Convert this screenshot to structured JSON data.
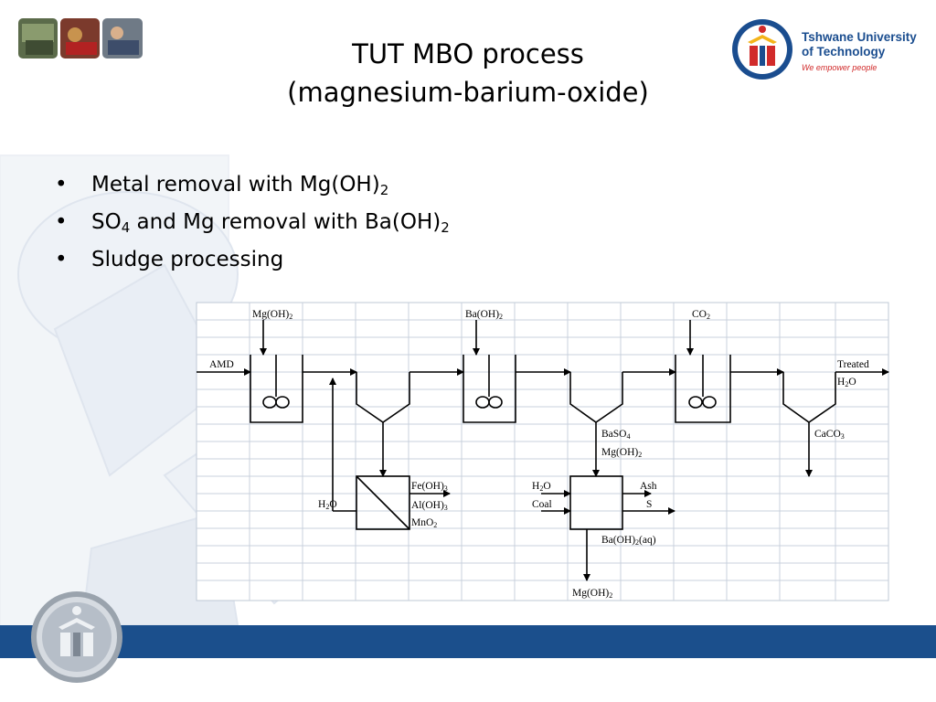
{
  "slide": {
    "title_line1": "TUT MBO process",
    "title_line2": "(magnesium-barium-oxide)"
  },
  "bullets": [
    {
      "text": "Metal removal with Mg(OH)",
      "sub": "2",
      "after": ""
    },
    {
      "text": "SO",
      "sub": "4",
      "after": " and Mg removal with Ba(OH)",
      "sub2": "2"
    },
    {
      "text": "Sludge processing"
    }
  ],
  "logo": {
    "name_line1": "Tshwane University",
    "name_line2": "of Technology",
    "slogan": "We empower people"
  },
  "diagram": {
    "inputs": {
      "mgoh2_in": "Mg(OH)",
      "baoh2_in": "Ba(OH)",
      "co2_in": "CO",
      "amd": "AMD",
      "treated": "Treated",
      "treated_h2o": "H",
      "h2o_left": "H",
      "h2o_mid": "H",
      "coal": "Coal"
    },
    "outputs": {
      "baso4": "BaSO",
      "mgoh2_mid": "Mg(OH)",
      "feoh3": "Fe(OH)",
      "aloh3": "Al(OH)",
      "mno2": "MnO",
      "ash": "Ash",
      "s": "S",
      "baoh2_aq": "Ba(OH)",
      "baoh2_aq_suffix": "(aq)",
      "mgoh2_bottom": "Mg(OH)",
      "caco3": "CaCO"
    }
  },
  "colors": {
    "footer_blue": "#1b4f8c",
    "logo_blue": "#1a4d8f",
    "logo_red": "#d12b2b",
    "background_pattern": "#e6ebf2"
  }
}
